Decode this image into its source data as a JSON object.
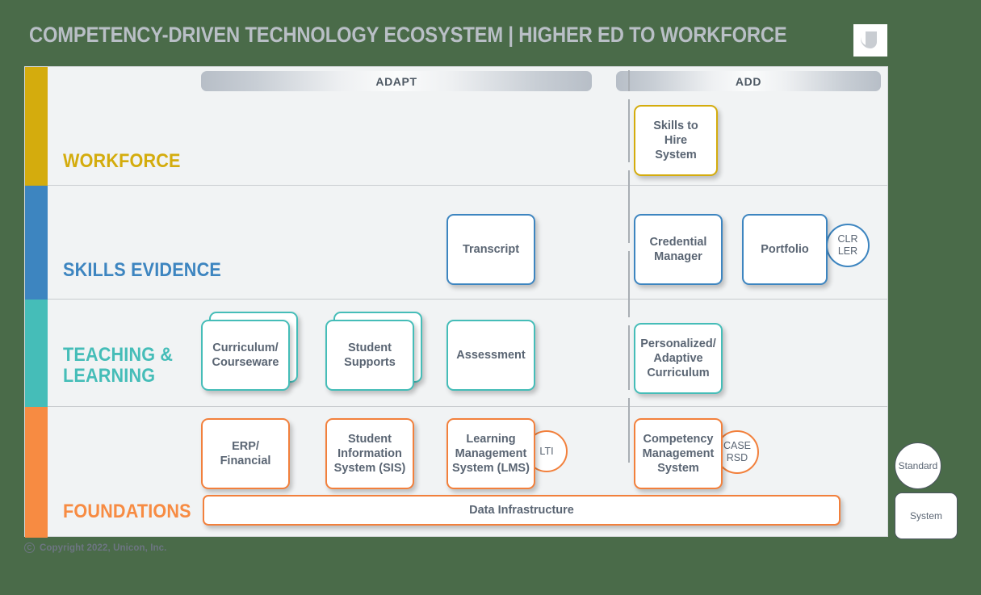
{
  "header": {
    "title": "COMPETENCY-DRIVEN TECHNOLOGY ECOSYSTEM  |  HIGHER ED TO WORKFORCE",
    "logo_name": "unicon-logo"
  },
  "columns": [
    {
      "id": "adapt",
      "label": "ADAPT"
    },
    {
      "id": "add",
      "label": "ADD"
    }
  ],
  "rows": [
    {
      "id": "workforce",
      "label": "WORKFORCE",
      "color": "#d4ac0d"
    },
    {
      "id": "skills-evidence",
      "label": "SKILLS EVIDENCE",
      "color": "#3d85c0"
    },
    {
      "id": "teaching",
      "label": "TEACHING &\nLEARNING",
      "color": "#45bdb8"
    },
    {
      "id": "foundations",
      "label": "FOUNDATIONS",
      "color": "#f78b42"
    }
  ],
  "cards": {
    "skills_to_hire": "Skills to\nHire\nSystem",
    "transcript": "Transcript",
    "credential_mgr": "Credential\nManager",
    "portfolio": "Portfolio",
    "curriculum": "Curriculum/\nCourseware",
    "student_supports": "Student\nSupports",
    "assessment": "Assessment",
    "personalized": "Personalized/\nAdaptive\nCurriculum",
    "erp": "ERP/\nFinancial",
    "sis": "Student\nInformation\nSystem (SIS)",
    "lms": "Learning\nManagement\nSystem (LMS)",
    "cms": "Competency\nManagement\nSystem",
    "data_infra": "Data Infrastructure"
  },
  "standards": {
    "clr_ler": "CLR\nLER",
    "lti": "LTI",
    "case_rsd": "CASE\nRSD"
  },
  "legend": {
    "standard_label": "Standard",
    "system_label": "System"
  },
  "footer": {
    "copyright_symbol": "C",
    "copyright": "Copyright 2022, Unicon, Inc."
  }
}
